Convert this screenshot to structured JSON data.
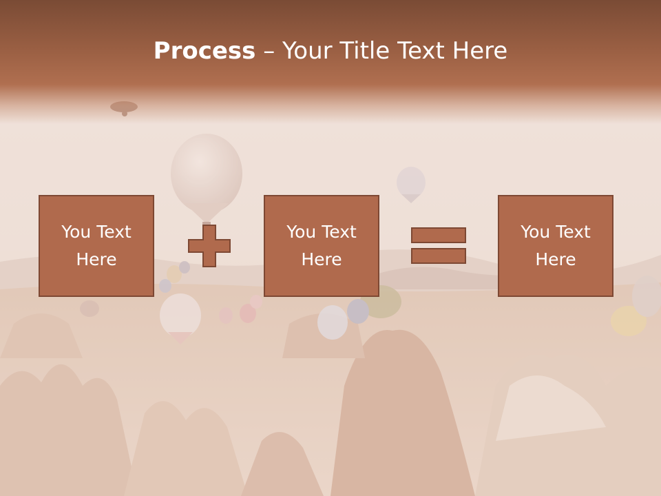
{
  "slide": {
    "title_bold": "Process",
    "title_dash": " – ",
    "title_rest": "Your Title Text Here"
  },
  "boxes": [
    {
      "text": "You Text Here"
    },
    {
      "text": "You Text Here"
    },
    {
      "text": "You Text Here"
    }
  ],
  "operators": [
    "plus-icon",
    "equals-icon"
  ],
  "colors": {
    "title_bar": "#9a5f43",
    "box_fill": "#b06a4d",
    "box_border": "#7d4833",
    "text": "#ffffff"
  }
}
